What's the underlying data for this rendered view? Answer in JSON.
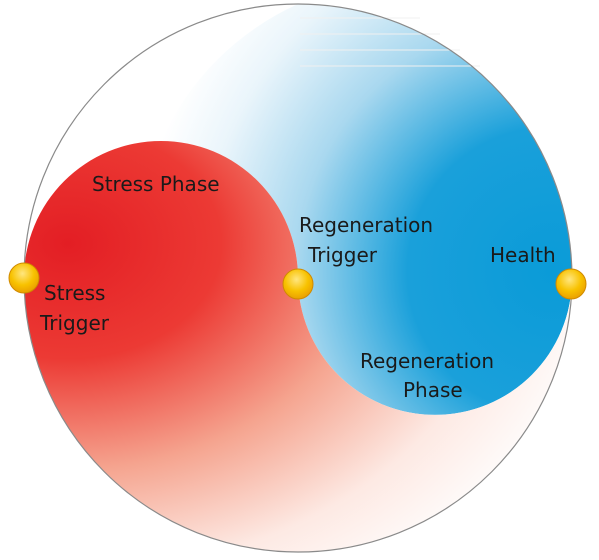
{
  "labels": {
    "stress_phase": "Stress Phase",
    "regeneration_trigger_line1": "Regeneration",
    "regeneration_trigger_line2": "Trigger",
    "health": "Health",
    "stress_trigger_line1": "Stress",
    "stress_trigger_line2": "Trigger",
    "regeneration_phase_line1": "Regeneration",
    "regeneration_phase_line2": "Phase"
  },
  "colors": {
    "stress": "#e8262a",
    "regeneration": "#0a9bd8",
    "node_fill": "#f7b500",
    "outline": "#8a8a8a"
  }
}
